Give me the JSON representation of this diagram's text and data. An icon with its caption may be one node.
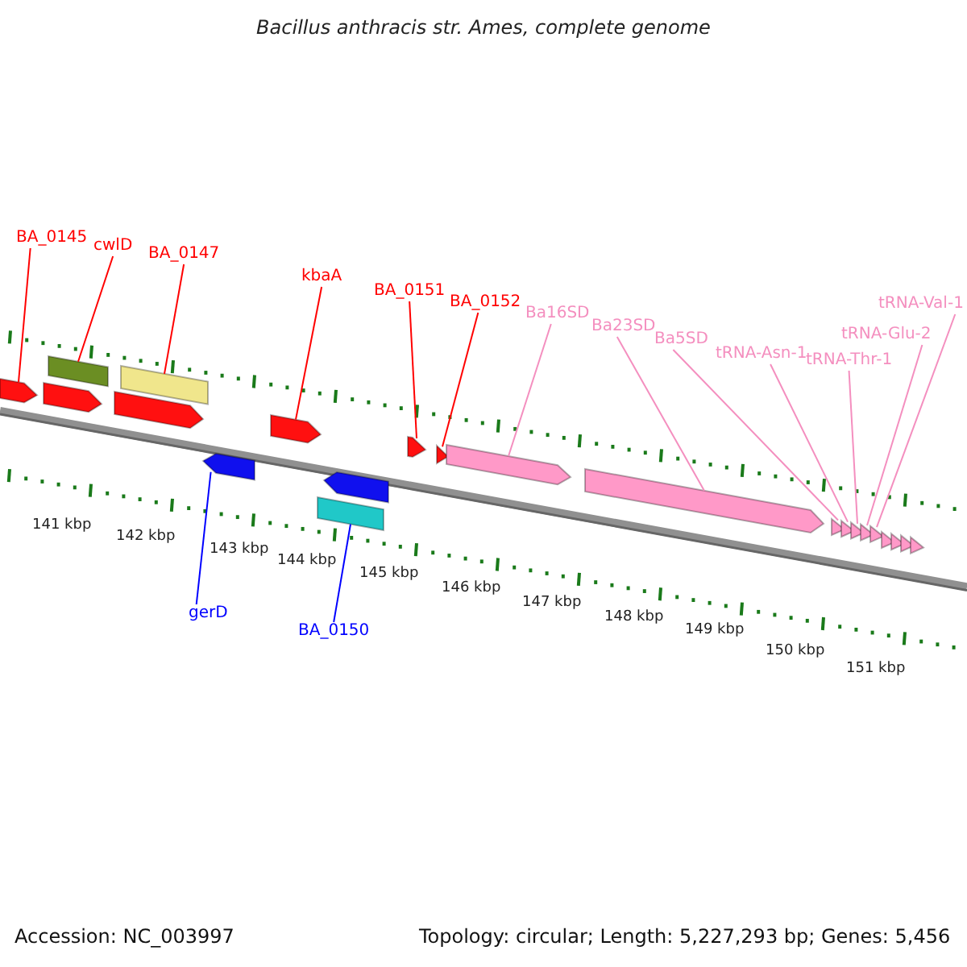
{
  "diagram": {
    "title": "Bacillus anthracis str. Ames, complete genome",
    "nodes": [
      {
        "text": [
          "BA_0145"
        ]
      },
      {
        "text": [
          "cwlD"
        ]
      },
      {
        "text": [
          "BA_0147"
        ]
      },
      {
        "text": [
          "kbaA"
        ]
      },
      {
        "text": [
          "BA_0151"
        ]
      },
      {
        "text": [
          "BA_0152"
        ]
      },
      {
        "text": [
          "Ba16SD"
        ]
      },
      {
        "text": [
          "Ba23SD"
        ]
      },
      {
        "text": [
          "Ba5SD"
        ]
      },
      {
        "text": [
          "tRNA-Asn-1"
        ]
      },
      {
        "text": [
          "tRNA-Thr-1"
        ]
      },
      {
        "text": [
          "tRNA-Glu-2"
        ]
      },
      {
        "text": [
          "tRNA-Val-1"
        ]
      },
      {
        "text": [
          "gerD"
        ]
      },
      {
        "text": [
          "BA_0150"
        ]
      },
      {
        "text": [],
        "shape": "arrow"
      },
      {
        "text": [],
        "shape": "arrow"
      },
      {
        "text": [],
        "shape": "box"
      },
      {
        "text": [],
        "shape": "arrow"
      },
      {
        "text": [],
        "shape": "box"
      },
      {
        "text": [],
        "shape": "arrow"
      },
      {
        "text": [],
        "shape": "arrow"
      },
      {
        "text": [],
        "shape": "box"
      },
      {
        "text": [],
        "shape": "arrow"
      },
      {
        "text": [],
        "shape": "arrow"
      },
      {
        "text": [],
        "shape": "arrow"
      },
      {
        "text": [],
        "shape": "arrow"
      },
      {
        "text": [],
        "shape": "arrow"
      },
      {
        "text": [],
        "shape": "arrow"
      },
      {
        "text": [],
        "shape": "arrow"
      },
      {
        "text": [],
        "shape": "arrow"
      },
      {
        "text": [],
        "shape": "arrow"
      },
      {
        "text": [],
        "shape": "arrow"
      },
      {
        "text": [],
        "shape": "arrow"
      },
      {
        "text": [],
        "shape": "arrow"
      },
      {
        "text": [],
        "shape": "arrow"
      },
      {
        "text": [],
        "shape": "arrow"
      }
    ],
    "edges": [
      {
        "from": 0,
        "to": 15,
        "arrow": "none",
        "color": "#ff0000"
      },
      {
        "from": 1,
        "to": 17,
        "arrow": "none",
        "color": "#ff0000"
      },
      {
        "from": 2,
        "to": 19,
        "arrow": "none",
        "color": "#ff0000"
      },
      {
        "from": 3,
        "to": 21,
        "arrow": "none",
        "color": "#ff0000"
      },
      {
        "from": 4,
        "to": 24,
        "arrow": "none",
        "color": "#ff0000"
      },
      {
        "from": 5,
        "to": 25,
        "arrow": "none",
        "color": "#ff0000"
      },
      {
        "from": 6,
        "to": 26,
        "arrow": "none"
      },
      {
        "from": 7,
        "to": 27,
        "arrow": "none"
      },
      {
        "from": 8,
        "to": 28,
        "arrow": "none"
      },
      {
        "from": 9,
        "to": 29,
        "arrow": "none"
      },
      {
        "from": 10,
        "to": 30,
        "arrow": "none"
      },
      {
        "from": 11,
        "to": 31,
        "arrow": "none"
      },
      {
        "from": 12,
        "to": 32,
        "arrow": "none"
      },
      {
        "from": 13,
        "to": 20,
        "arrow": "none",
        "color": "#0000ff"
      },
      {
        "from": 14,
        "to": 22,
        "arrow": "none",
        "color": "#0000ff"
      }
    ],
    "labels": [
      "141 kbp",
      "142 kbp",
      "143 kbp",
      "144 kbp",
      "145 kbp",
      "146 kbp",
      "147 kbp",
      "148 kbp",
      "149 kbp",
      "150 kbp",
      "151 kbp",
      "Accession: NC_003997",
      "Topology: circular; Length: 5,227,293 bp; Genes: 5,456"
    ]
  }
}
